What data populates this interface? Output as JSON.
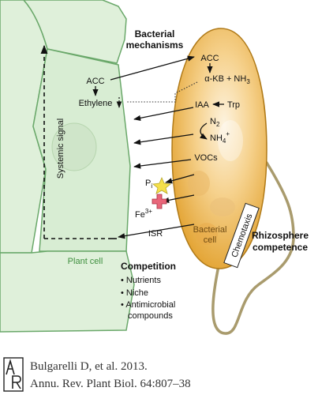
{
  "colors": {
    "plant_fill": "#dcefd8",
    "plant_stroke": "#6aa86a",
    "bacterium_fill": "#f0b84a",
    "bacterium_stroke": "#b07a18",
    "arrow": "#111111",
    "text": "#111111",
    "pi_icon": "#f5e04a",
    "fe_icon": "#e8667a"
  },
  "labels": {
    "bacterial_mechanisms_line1": "Bacterial",
    "bacterial_mechanisms_line2": "mechanisms",
    "acc_plant": "ACC",
    "ethylene": "Ethylene",
    "acc_bacterium": "ACC",
    "akb_nh3": "α-KB + NH",
    "nh3_sub": "3",
    "iaa": "IAA",
    "trp": "Trp",
    "n2": "N",
    "n2_sub": "2",
    "nh4": "NH",
    "nh4_sub": "4",
    "nh4_sup": "+",
    "vocs": "VOCs",
    "pi": "P",
    "pi_sub": "i",
    "fe": "Fe",
    "fe_sup": "3+",
    "isr": "ISR",
    "bacterial_cell_line1": "Bacterial",
    "bacterial_cell_line2": "cell",
    "chemotaxis": "Chemotaxis",
    "rhizosphere_line1": "Rhizosphere",
    "rhizosphere_line2": "competence",
    "systemic_signal": "Systemic signal",
    "plant_cell": "Plant cell",
    "competition_title": "Competition",
    "competition_items": [
      "Nutrients",
      "Niche",
      "Antimicrobial",
      "compounds"
    ]
  },
  "citation": {
    "logo_letters": "AR",
    "line1": "Bulgarelli D, et al. 2013.",
    "line2": "Annu. Rev. Plant Biol. 64:807–38"
  }
}
